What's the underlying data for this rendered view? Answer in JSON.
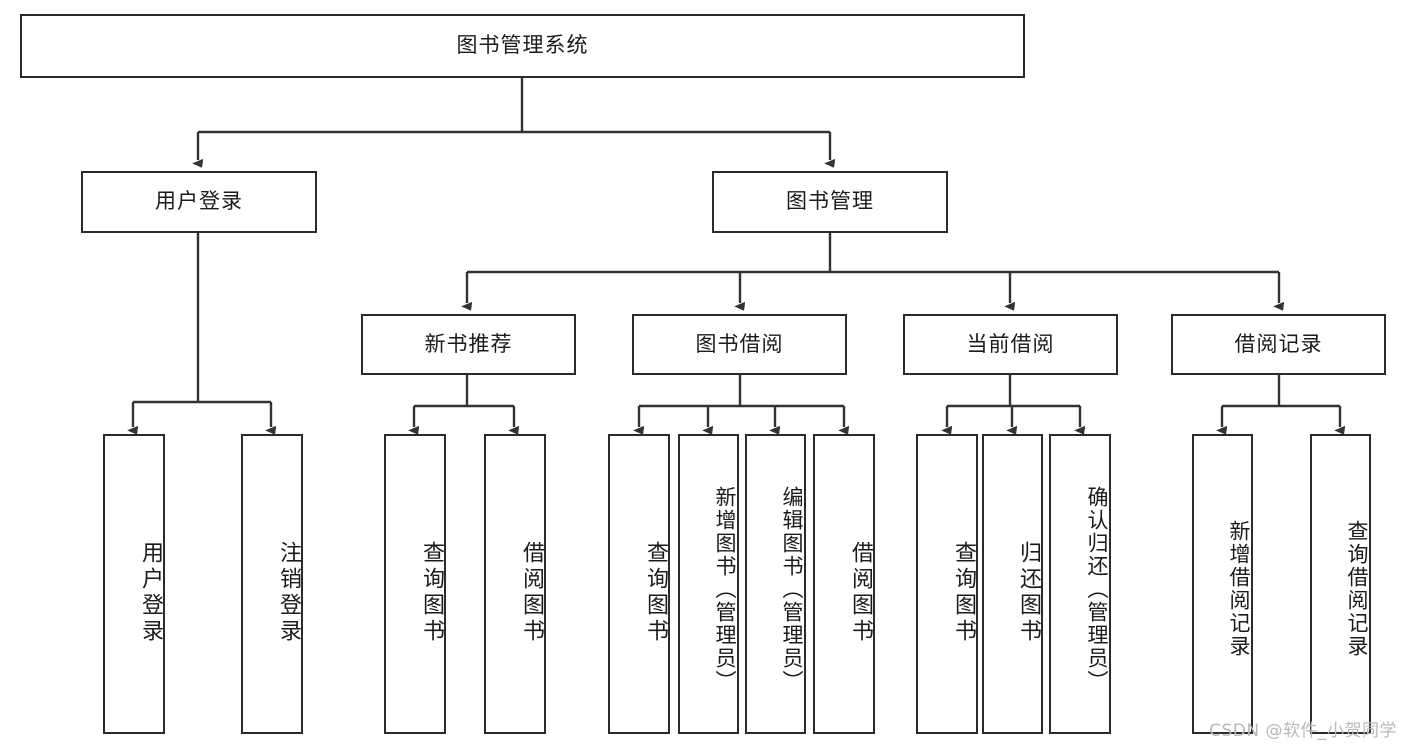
{
  "diagram": {
    "title": "图书管理系统",
    "type": "tree-hierarchy-chart",
    "watermark": "CSDN @软件_小贺同学",
    "colors": {
      "box_border": "#2b2b2b",
      "box_fill": "#ffffff",
      "edge": "#333333",
      "text": "#1b1b1b",
      "watermark": "#b9b9b9",
      "background": "#ffffff"
    },
    "nodes": {
      "root": {
        "label": "图书管理系统"
      },
      "level2": [
        {
          "id": "user-login",
          "label": "用户登录"
        },
        {
          "id": "book-management",
          "label": "图书管理"
        }
      ],
      "level3": [
        {
          "id": "new-book-recommend",
          "label": "新书推荐"
        },
        {
          "id": "book-borrow",
          "label": "图书借阅"
        },
        {
          "id": "current-borrow",
          "label": "当前借阅"
        },
        {
          "id": "borrow-record",
          "label": "借阅记录"
        }
      ],
      "leaves": {
        "user_login": [
          {
            "id": "leaf-user-login",
            "label": "用户登录"
          },
          {
            "id": "leaf-logout-login",
            "label": "注销登录"
          }
        ],
        "new_book_recommend": [
          {
            "id": "leaf-query-book-1",
            "label": "查询图书"
          },
          {
            "id": "leaf-borrow-book-1",
            "label": "借阅图书"
          }
        ],
        "book_borrow": [
          {
            "id": "leaf-query-book-2",
            "label": "查询图书"
          },
          {
            "id": "leaf-add-book",
            "label": "新增图书（管理员）"
          },
          {
            "id": "leaf-edit-book",
            "label": "编辑图书（管理员）"
          },
          {
            "id": "leaf-borrow-book-2",
            "label": "借阅图书"
          }
        ],
        "current_borrow": [
          {
            "id": "leaf-query-book-3",
            "label": "查询图书"
          },
          {
            "id": "leaf-return-book",
            "label": "归还图书"
          },
          {
            "id": "leaf-confirm-return",
            "label": "确认归还（管理员）"
          }
        ],
        "borrow_record": [
          {
            "id": "leaf-add-borrow-record",
            "label": "新增借阅记录"
          },
          {
            "id": "leaf-query-borrow-record",
            "label": "查询借阅记录"
          }
        ]
      }
    }
  }
}
